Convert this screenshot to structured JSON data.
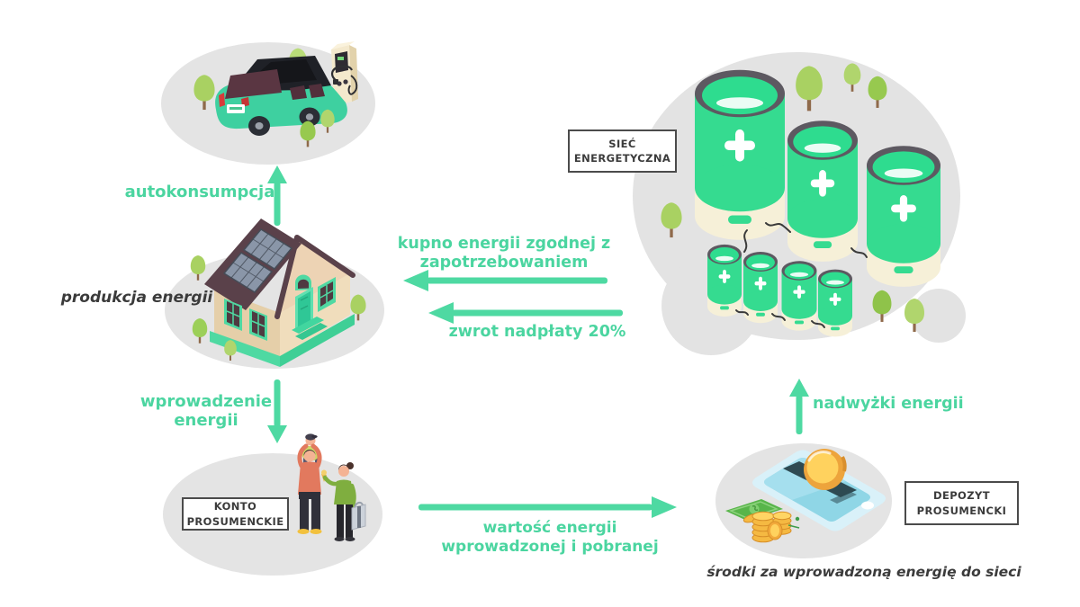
{
  "flow_labels": {
    "autokonsumpcja": "autokonsumpcja",
    "kupno_energii": "kupno energii zgodnej z zapotrzebowaniem",
    "zwrot_nadplaty": "zwrot nadpłaty 20%",
    "wprowadzenie_energii": "wprowadzenie energii",
    "nadwyzki_energii": "nadwyżki energii",
    "wartosc_energii": "wartość energii wprowadzonej i pobranej"
  },
  "captions": {
    "produkcja_energii": "produkcja energii",
    "srodki_za_energie": "środki za wprowadzoną energię do sieci"
  },
  "boxes": {
    "siec_energetyczna": "SIEĆ ENERGETYCZNA",
    "konto_prosumenckie": "KONTO PROSUMENCKIE",
    "depozyt_prosumencki": "DEPOZYT PROSUMENCKI"
  },
  "illustrations": [
    "electric-car-charging",
    "house-with-solar-panels",
    "prosumer-family",
    "energy-grid-batteries",
    "smartphone-with-coins"
  ],
  "colors": {
    "accent_green": "#4bd5a0",
    "battery_green": "#35db90",
    "battery_cream": "#f6f0d8",
    "ellipse_gray": "#e4e4e4",
    "dark_text": "#3b3b3b",
    "roof_brown": "#5a414a",
    "coin_gold": "#f2a93b"
  }
}
